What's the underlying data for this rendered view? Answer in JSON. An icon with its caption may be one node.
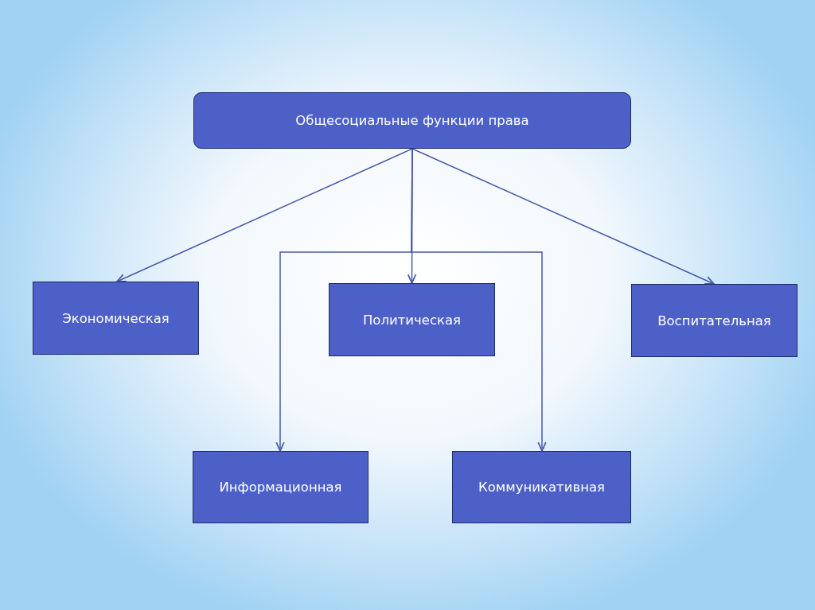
{
  "diagram": {
    "nodes": [
      {
        "text": [
          "Общесоциальные функции права"
        ]
      },
      {
        "text": [
          "Экономическая"
        ]
      },
      {
        "text": [
          "Политическая"
        ]
      },
      {
        "text": [
          "Воспитательная"
        ]
      },
      {
        "text": [
          "Информационная"
        ]
      },
      {
        "text": [
          "Коммуникативная"
        ]
      }
    ],
    "edges": [
      {
        "from": 0,
        "to": 1,
        "arrow": "to"
      },
      {
        "from": 0,
        "to": 2,
        "arrow": "to"
      },
      {
        "from": 0,
        "to": 3,
        "arrow": "to"
      },
      {
        "from": 0,
        "to": 4,
        "arrow": "to"
      },
      {
        "from": 0,
        "to": 5,
        "arrow": "to"
      }
    ]
  }
}
